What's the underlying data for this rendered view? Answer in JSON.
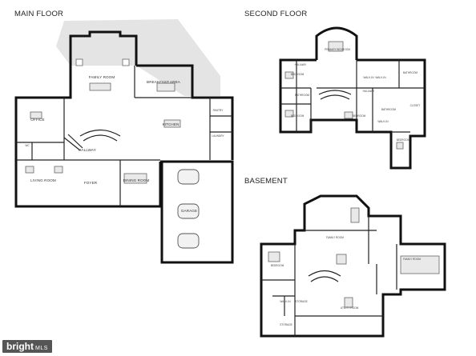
{
  "floors": {
    "main": {
      "title": "MAIN FLOOR",
      "rooms": {
        "family_room": "FAMILY ROOM",
        "breakfast_area": "BREAKFAST AREA",
        "office": "OFFICE",
        "wc": "WC",
        "hallway": "HALLWAY",
        "kitchen": "KITCHEN",
        "pantry": "PANTRY",
        "laundry": "LAUNDRY",
        "living_room": "LIVING ROOM",
        "foyer": "FOYER",
        "dining_room": "DINING ROOM",
        "garage": "GARAGE"
      }
    },
    "second": {
      "title": "SECOND FLOOR",
      "rooms": {
        "primary_bedroom": "PRIMARY BEDROOM",
        "bedroom_1": "BEDROOM",
        "bedroom_2": "BEDROOM",
        "bedroom_3": "BEDROOM",
        "bedroom_4": "BEDROOM",
        "bathroom_1": "BATHROOM",
        "bathroom_2": "BATHROOM",
        "bathroom_3": "BATHROOM",
        "walk_in_1": "WALK-IN",
        "walk_in_2": "WALK-IN",
        "walk_in_3": "WALK-IN",
        "hallway_1": "HALLWAY",
        "hallway_2": "HALLWAY",
        "closet": "CLOSET"
      }
    },
    "basement": {
      "title": "BASEMENT",
      "rooms": {
        "family_room_1": "FAMILY ROOM",
        "family_room_2": "FAMILY ROOM",
        "bedroom": "BEDROOM",
        "utility_room": "UTILITY ROOM",
        "storage_1": "STORAGE",
        "storage_2": "STORAGE",
        "walk_in": "WALK-IN"
      }
    }
  },
  "logo": {
    "text": "bright",
    "suffix": "MLS"
  }
}
